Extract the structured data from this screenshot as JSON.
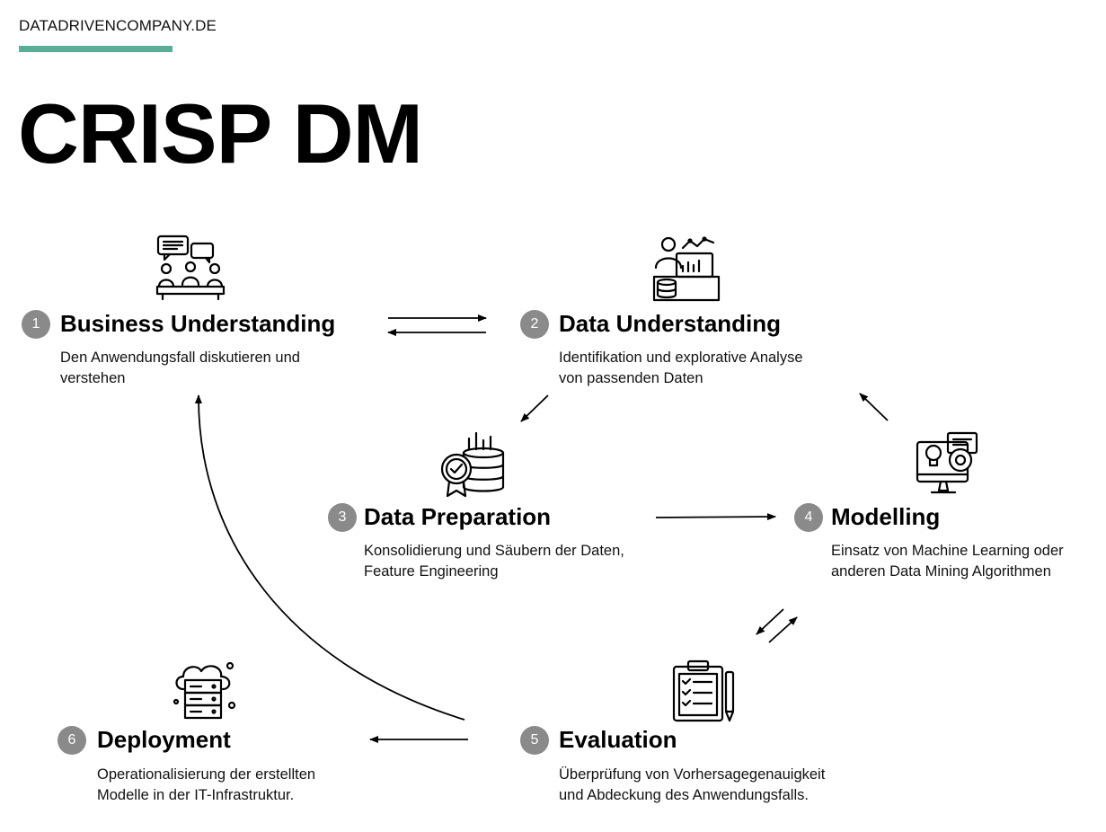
{
  "brand": {
    "name": "DATADRIVENCOMPANY.DE",
    "accent_color": "#5aae98"
  },
  "title": "CRISP DM",
  "badge_color": "#8a8a8a",
  "steps": [
    {
      "number": "1",
      "title": "Business Understanding",
      "desc1": "Den Anwendungsfall diskutieren und",
      "desc2": "verstehen",
      "icon": "meeting-icon"
    },
    {
      "number": "2",
      "title": "Data Understanding",
      "desc1": "Identifikation und explorative Analyse",
      "desc2": "von passenden Daten",
      "icon": "data-analyst-icon"
    },
    {
      "number": "3",
      "title": "Data Preparation",
      "desc1": "Konsolidierung und Säubern der Daten,",
      "desc2": "Feature Engineering",
      "icon": "database-gear-icon"
    },
    {
      "number": "4",
      "title": "Modelling",
      "desc1": "Einsatz von Machine Learning oder",
      "desc2": "anderen Data Mining Algorithmen",
      "icon": "monitor-lightbulb-gear-icon"
    },
    {
      "number": "5",
      "title": "Evaluation",
      "desc1": "Überprüfung von Vorhersagegenauigkeit",
      "desc2": "und Abdeckung des Anwendungsfalls.",
      "icon": "clipboard-checklist-icon"
    },
    {
      "number": "6",
      "title": "Deployment",
      "desc1": "Operationalisierung der erstellten",
      "desc2": "Modelle in der IT-Infrastruktur.",
      "icon": "cloud-server-icon"
    }
  ]
}
